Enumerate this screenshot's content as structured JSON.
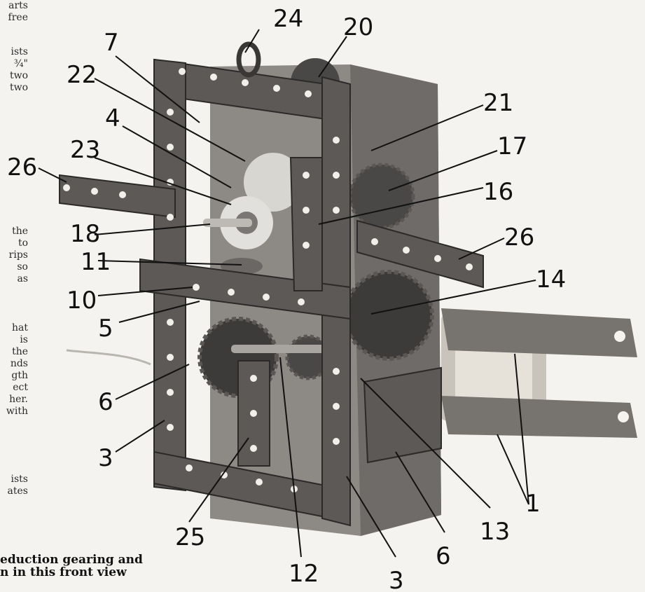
{
  "side_text": {
    "lines_a": [
      "arts",
      "free"
    ],
    "lines_b": [
      "ists",
      "¾\"",
      "two",
      "two"
    ],
    "lines_c": [
      "the",
      "to",
      "rips",
      "so",
      "as"
    ],
    "lines_d": [
      "hat",
      "is",
      "the",
      "nds",
      "gth",
      "ect",
      "her.",
      "with"
    ],
    "lines_e": [
      "ists",
      "ates"
    ]
  },
  "caption": {
    "line1": "eduction gearing and",
    "line2": "n in this front view"
  },
  "callouts": [
    "1",
    "3",
    "3",
    "4",
    "5",
    "6",
    "6",
    "7",
    "10",
    "11",
    "12",
    "13",
    "14",
    "16",
    "17",
    "18",
    "20",
    "21",
    "22",
    "23",
    "24",
    "25",
    "26",
    "26"
  ],
  "colors": {
    "metal": "#6e6b68",
    "dark": "#2b2a29",
    "paper": "#f4f3ef"
  }
}
